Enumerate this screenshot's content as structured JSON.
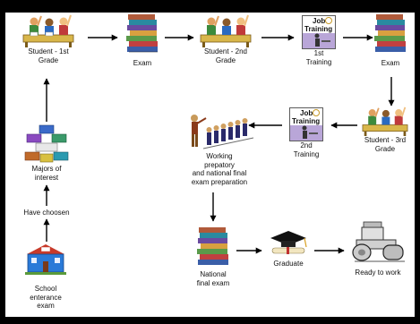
{
  "nodes": {
    "student1": {
      "label1": "Student - 1st",
      "label2": "Grade",
      "icon": "students-raising-hands-icon"
    },
    "exam1": {
      "label1": "Exam",
      "icon": "book-stack-icon"
    },
    "student2": {
      "label1": "Student - 2nd",
      "label2": "Grade",
      "icon": "students-raising-hands-icon"
    },
    "training1": {
      "label1": "1st",
      "label2": "Training",
      "icon": "job-training-icon"
    },
    "exam2": {
      "label1": "Exam",
      "icon": "book-stack-icon"
    },
    "student3": {
      "label1": "Student - 3rd",
      "label2": "Grade",
      "icon": "students-raising-hands-icon"
    },
    "training2": {
      "label1": "2nd",
      "label2": "Training",
      "icon": "job-training-icon"
    },
    "working": {
      "label1": "Working",
      "label2": "prepatory",
      "label3": "and national final",
      "label4": "exam preparation",
      "icon": "marching-workers-icon"
    },
    "majors": {
      "label1": "Majors of",
      "label2": "interest",
      "icon": "books-pick-your-major-icon"
    },
    "chosen": {
      "label1": "Have choosen"
    },
    "school": {
      "label1": "School",
      "label2": "enterance",
      "label3": "exam",
      "icon": "school-building-icon"
    },
    "national": {
      "label1": "National",
      "label2": "final exam",
      "icon": "book-stack-icon"
    },
    "graduate": {
      "label1": "Graduate",
      "icon": "graduation-cap-diploma-icon"
    },
    "ready": {
      "label1": "Ready to work",
      "icon": "road-roller-icon"
    }
  },
  "training_icon_text": {
    "line1": "Job",
    "line2": "Training"
  },
  "colors": {
    "frame": "#000000",
    "canvas": "#ffffff",
    "arrow": "#000000"
  }
}
